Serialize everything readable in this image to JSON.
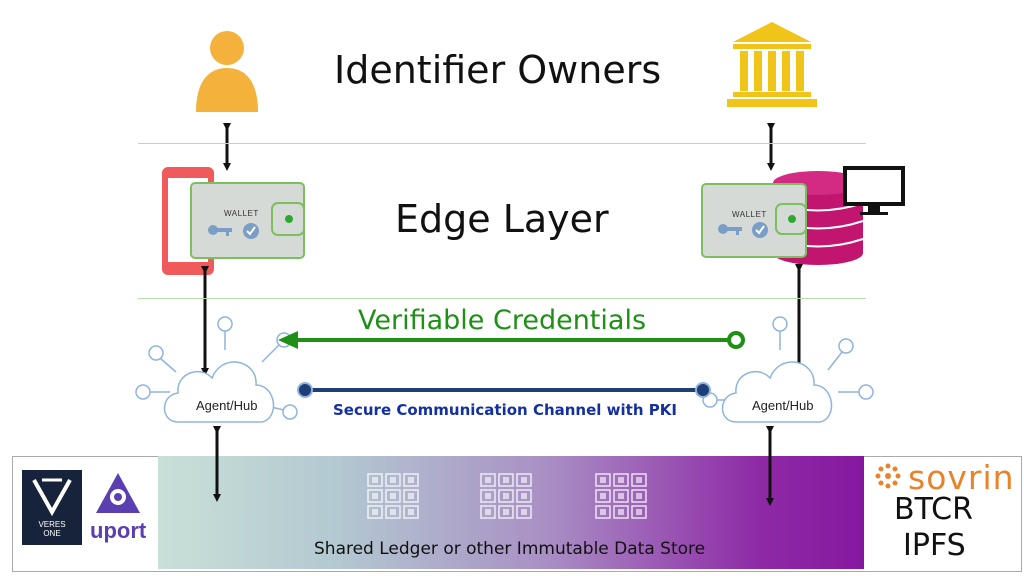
{
  "titles": {
    "identifier_owners": "Identifier Owners",
    "edge_layer": "Edge Layer"
  },
  "wallets": {
    "left_label": "WALLET",
    "right_label": "WALLET"
  },
  "channels": {
    "verifiable_credentials": "Verifiable Credentials",
    "secure_channel": "Secure Communication Channel with PKI"
  },
  "agents": {
    "left": "Agent/Hub",
    "right": "Agent/Hub"
  },
  "ledger": {
    "label": "Shared Ledger or other Immutable Data Store"
  },
  "logos": {
    "veres": "VERES\nONE",
    "uport": "uport",
    "sovrin": "sovrin",
    "btcr": "BTCR",
    "ipfs": "IPFS"
  },
  "colors": {
    "person_icon": "#f4b23c",
    "bank_icon": "#f0c419",
    "phone": "#f05a5a",
    "wallet_fill": "#d6dad6",
    "wallet_border": "#7cbf5d",
    "database": "#c2156f",
    "credentials_green": "#1f8f16",
    "channel_blue": "#1f3d77",
    "cloud_stroke": "#8fb4dd",
    "sovrin_orange": "#e8832a"
  },
  "icons": [
    "person-icon",
    "bank-icon",
    "phone-icon",
    "wallet-icon",
    "key-icon",
    "badge-check-icon",
    "database-icon",
    "monitor-icon",
    "cloud-icon",
    "ledger-block-icon",
    "veres-one-logo",
    "uport-logo",
    "sovrin-logo"
  ]
}
